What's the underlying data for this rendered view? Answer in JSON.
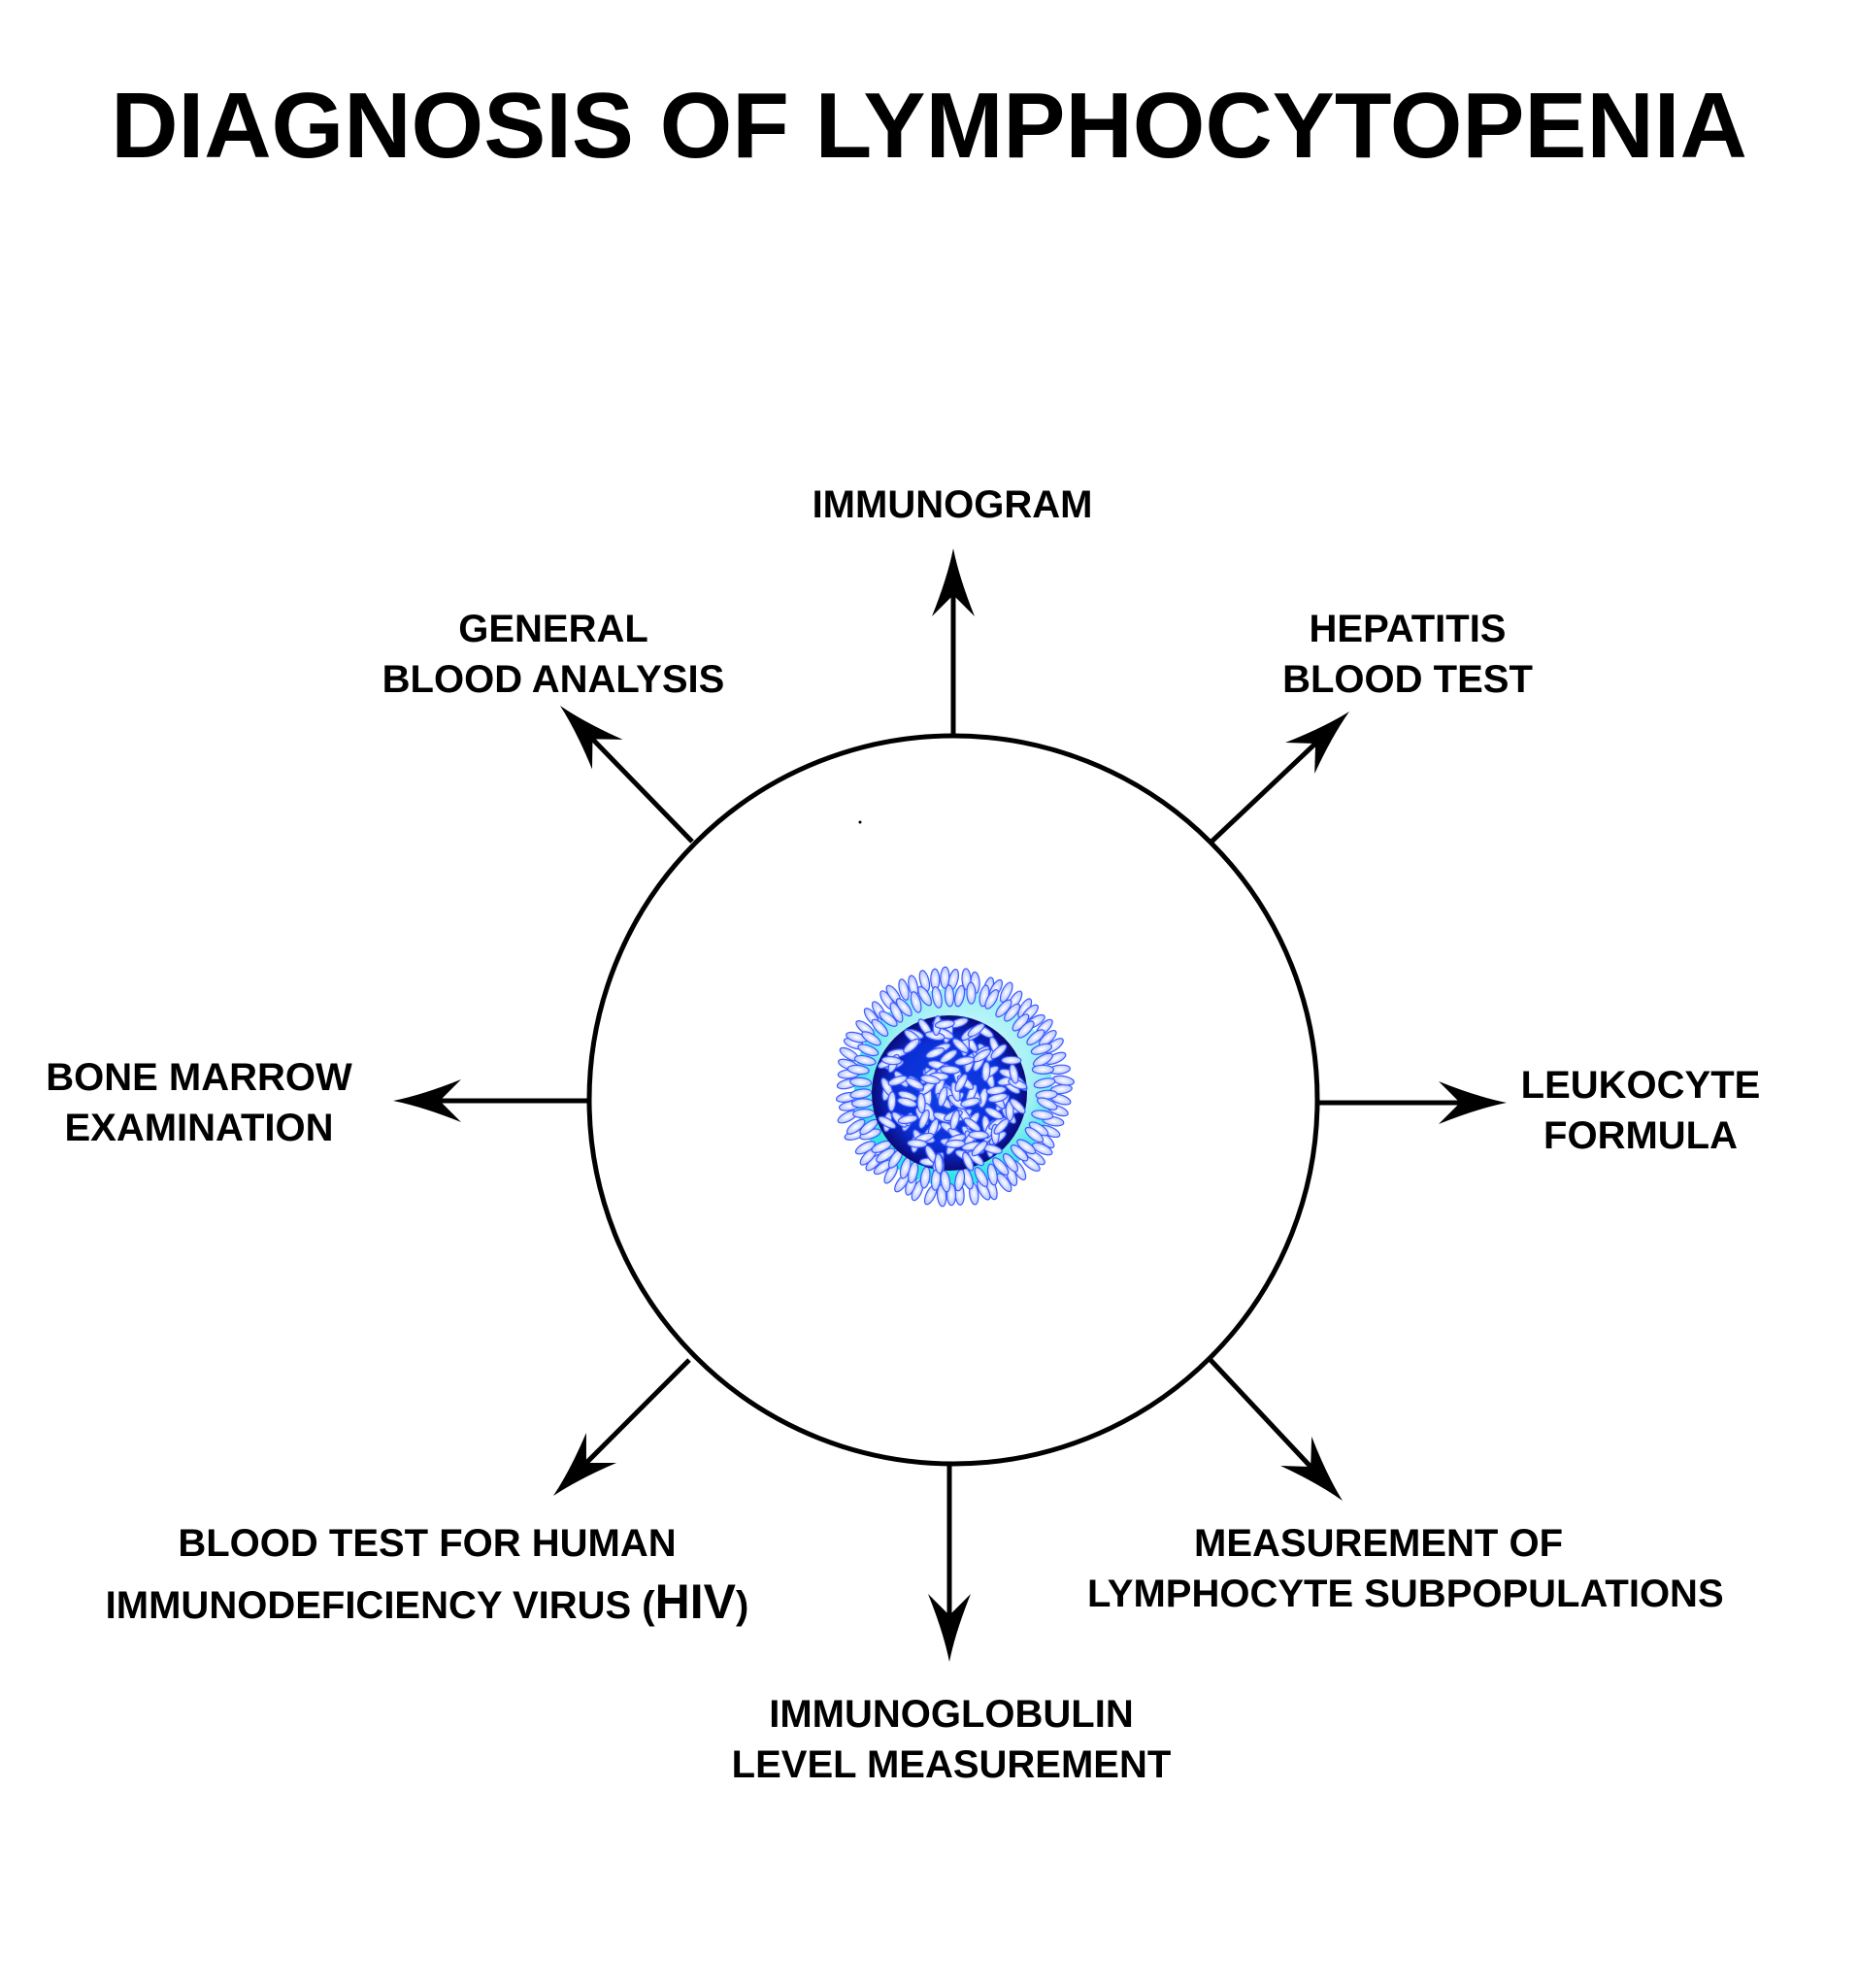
{
  "title": "DIAGNOSIS OF LYMPHOCYTOPENIA",
  "center": {
    "icon": "lymphocyte-cell-icon",
    "colors": {
      "nucleus_dark": "#0a0a7a",
      "nucleus_mid": "#0b2fd6",
      "cytoplasm": "#3ee8e8",
      "cytoplasm_light": "#c8f4f8",
      "granule_fill": "#e8eeff",
      "granule_stroke": "#3a5aff"
    }
  },
  "arrow_color": "#000000",
  "nodes": [
    {
      "id": "immunogram",
      "direction": "up",
      "lines": [
        "IMMUNOGRAM"
      ]
    },
    {
      "id": "hepatitis",
      "direction": "up-right",
      "lines": [
        "HEPATITIS",
        "BLOOD TEST"
      ]
    },
    {
      "id": "leukocyte",
      "direction": "right",
      "lines": [
        "LEUKOCYTE",
        "FORMULA"
      ]
    },
    {
      "id": "subpopulations",
      "direction": "down-right",
      "lines": [
        "MEASUREMENT OF",
        "LYMPHOCYTE SUBPOPULATIONS"
      ]
    },
    {
      "id": "immunoglobulin",
      "direction": "down",
      "lines": [
        "IMMUNOGLOBULIN",
        "LEVEL MEASUREMENT"
      ]
    },
    {
      "id": "hiv",
      "direction": "down-left",
      "lines": [
        "BLOOD TEST FOR HUMAN",
        "IMMUNODEFICIENCY VIRUS ("
      ],
      "line2_emph": "HIV",
      "line2_end": ")"
    },
    {
      "id": "bone-marrow",
      "direction": "left",
      "lines": [
        "BONE MARROW",
        "EXAMINATION"
      ]
    },
    {
      "id": "general-blood",
      "direction": "up-left",
      "lines": [
        "GENERAL",
        "BLOOD ANALYSIS"
      ]
    }
  ]
}
